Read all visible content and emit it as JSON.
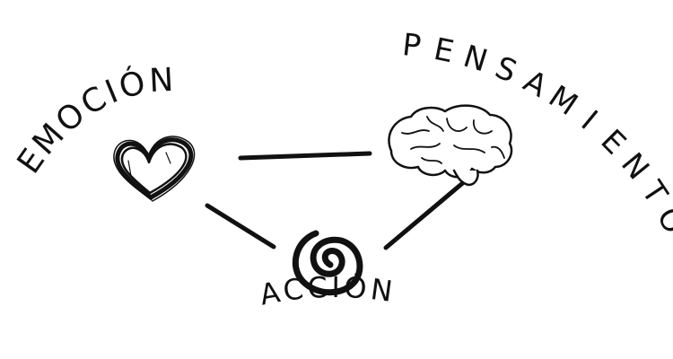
{
  "diagram": {
    "nodes": {
      "emotion": {
        "label": "EMOCIÓN",
        "icon": "heart-icon"
      },
      "thought": {
        "label": "PENSAMIENTO",
        "icon": "brain-icon"
      },
      "action": {
        "label": "ACCIÓN",
        "icon": "spiral-icon"
      }
    },
    "connections": [
      {
        "from": "emotion",
        "to": "thought"
      },
      {
        "from": "emotion",
        "to": "action"
      },
      {
        "from": "thought",
        "to": "action"
      }
    ],
    "colors": {
      "ink": "#111111",
      "background": "#ffffff"
    }
  }
}
